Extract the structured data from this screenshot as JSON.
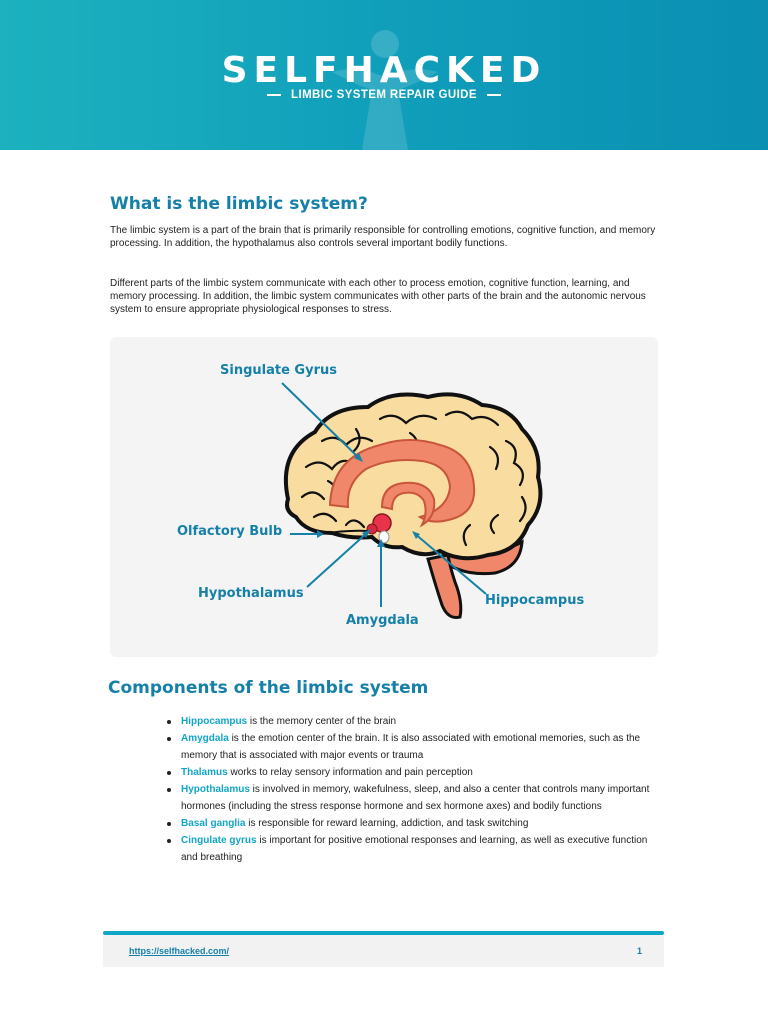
{
  "header": {
    "brand": "SELFHACKED",
    "subtitle": "LIMBIC SYSTEM REPAIR GUIDE",
    "bg_colors": [
      "#1cb1bf",
      "#0a8fb2"
    ]
  },
  "section1": {
    "title": "What is the limbic system?",
    "paragraphs": [
      "The limbic system is a part of the brain that is primarily responsible for controlling emotions, cognitive function, and memory processing. In addition, the hypothalamus also controls several important bodily functions.",
      "Different parts of the limbic system communicate with each other to process emotion, cognitive function, learning, and memory processing. In addition, the limbic system communicates with other parts of the brain and the autonomic nervous system to ensure appropriate physiological responses to stress."
    ]
  },
  "diagram": {
    "labels": {
      "cingulate": "Singulate Gyrus",
      "olfactory": "Olfactory Bulb",
      "hypothalamus": "Hypothalamus",
      "amygdala": "Amygdala",
      "hippocampus": "Hippocampus"
    },
    "colors": {
      "cortex": "#f9dca0",
      "limbic": "#f0876b",
      "pointer": "#1580a8"
    }
  },
  "section2": {
    "title": "Components of the limbic system",
    "items": [
      {
        "term": "Hippocampus",
        "text": " is the memory center of the brain"
      },
      {
        "term": "Amygdala",
        "text": " is the emotion center of the brain. It is also associated with emotional memories, such as the memory that is associated with major events or trauma"
      },
      {
        "term": "Thalamus",
        "text": " works to relay sensory information and pain perception"
      },
      {
        "term": "Hypothalamus",
        "text": " is involved in memory, wakefulness, sleep, and also a center that controls many important hormones (including the stress response hormone and sex hormone axes) and bodily functions"
      },
      {
        "term": "Basal ganglia",
        "text": " is responsible for reward learning, addiction, and task switching"
      },
      {
        "term": "Cingulate gyrus",
        "text": " is important for positive emotional responses and learning, as well as executive function and breathing"
      }
    ]
  },
  "footer": {
    "link": "https://selfhacked.com/",
    "page": "1"
  }
}
